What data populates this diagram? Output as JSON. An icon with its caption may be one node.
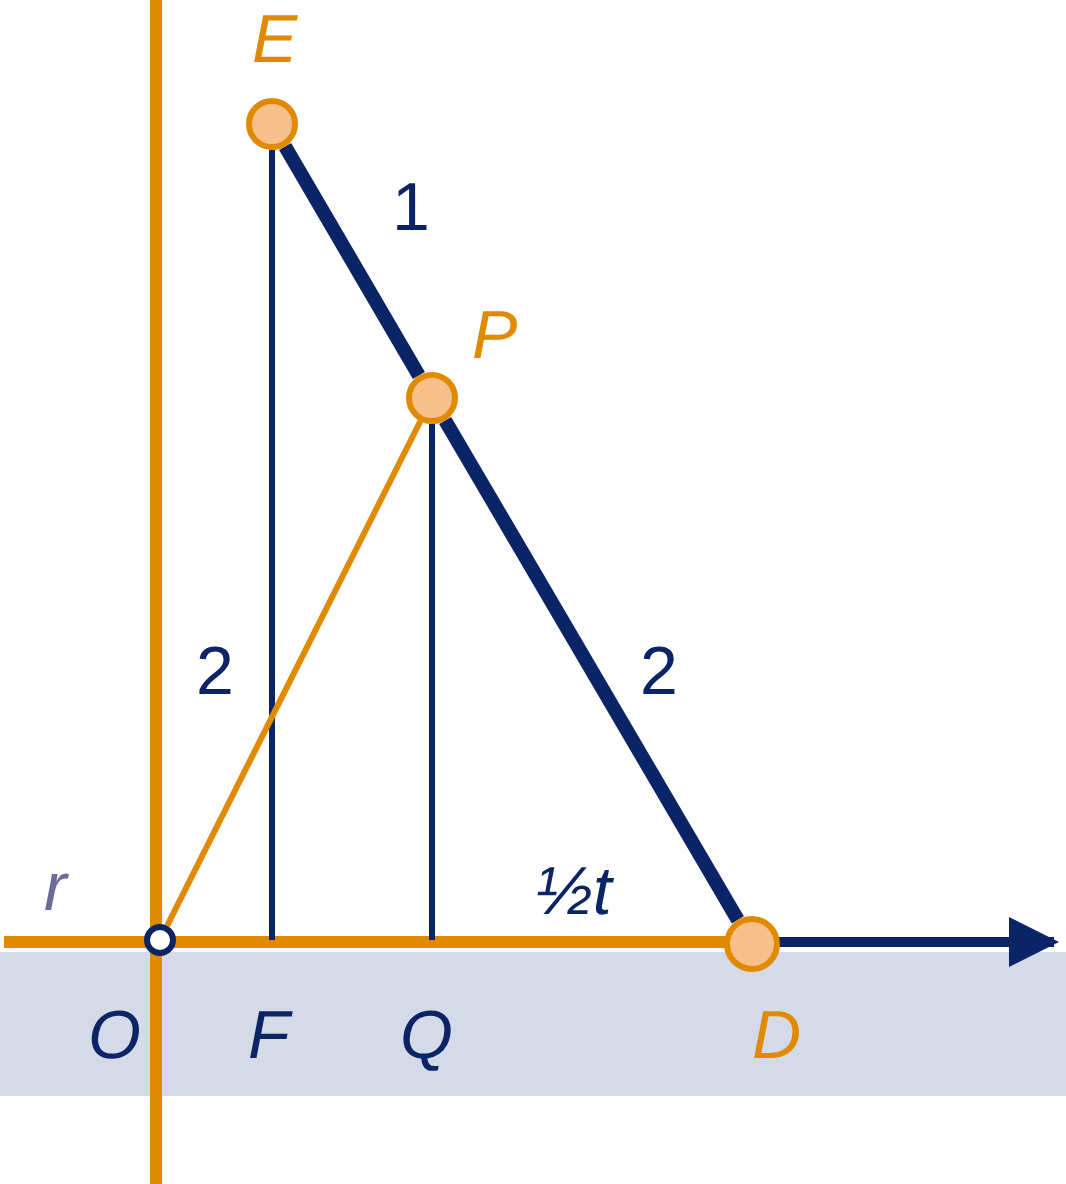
{
  "diagram": {
    "nodes": [
      {
        "text": [
          "E"
        ]
      },
      {
        "text": [
          "P"
        ]
      },
      {
        "text": [
          "D"
        ]
      },
      {
        "text": [
          "O"
        ]
      },
      {
        "text": [
          "F"
        ]
      },
      {
        "text": [
          "Q"
        ]
      }
    ],
    "edges": [
      {
        "from": 0,
        "to": 1,
        "arrow": "none",
        "label": "1",
        "style": "thick"
      },
      {
        "from": 1,
        "to": 2,
        "arrow": "none",
        "label": "2",
        "style": "thick"
      },
      {
        "from": 0,
        "to": 4,
        "arrow": "none",
        "label": "2"
      },
      {
        "from": 1,
        "to": 5,
        "arrow": "none"
      },
      {
        "from": 3,
        "to": 1,
        "arrow": "none",
        "color": "#e08a00"
      }
    ],
    "labels": [
      "r",
      "½t"
    ]
  }
}
